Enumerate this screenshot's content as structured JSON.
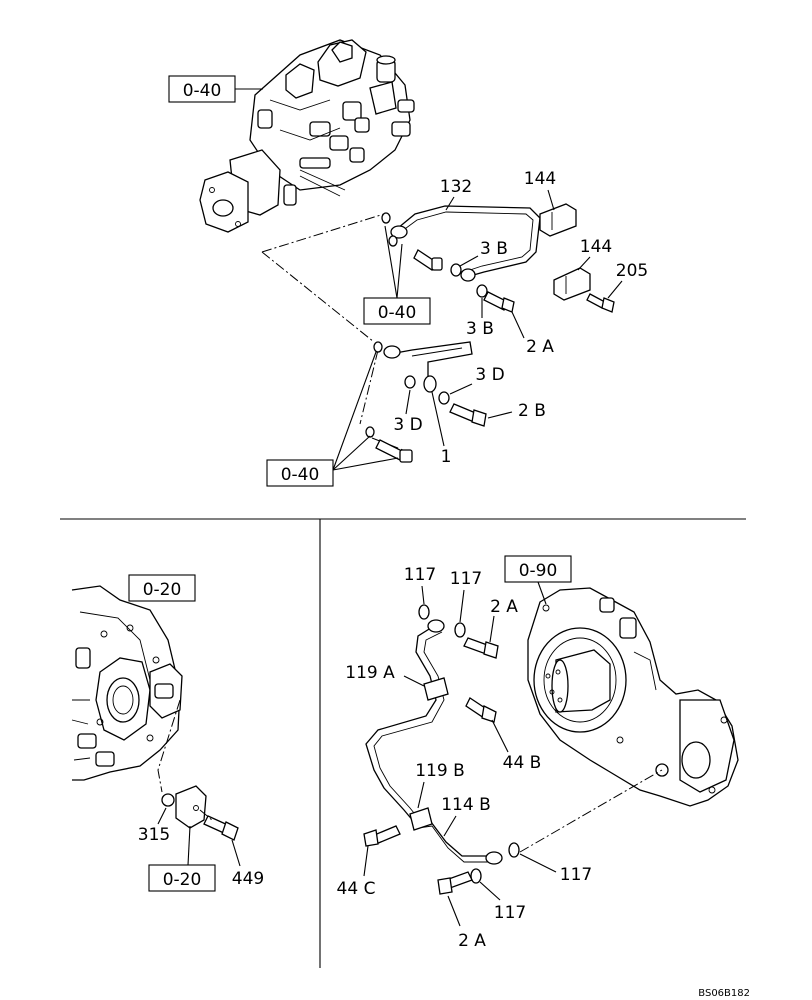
{
  "references": {
    "top_pump": "0-40",
    "top_mid": "0-40",
    "top_bottom": "0-40",
    "left_top": "0-20",
    "left_bottom": "0-20",
    "right_gear": "0-90"
  },
  "callouts": {
    "top": {
      "c132": "132",
      "c144a": "144",
      "c144b": "144",
      "c205": "205",
      "c3b_a": "3 B",
      "c3b_b": "3 B",
      "c2a": "2 A",
      "c3d_a": "3 D",
      "c3d_b": "3 D",
      "c2b": "2 B",
      "c1": "1"
    },
    "left": {
      "c315": "315",
      "c449": "449"
    },
    "right": {
      "c117a": "117",
      "c117b": "117",
      "c2a_top": "2 A",
      "c119a": "119 A",
      "c44b": "44 B",
      "c119b": "119 B",
      "c114b": "114 B",
      "c44c": "44 C",
      "c117c": "117",
      "c117d": "117",
      "c2a_bot": "2 A"
    }
  },
  "figure_code": "BS06B182"
}
